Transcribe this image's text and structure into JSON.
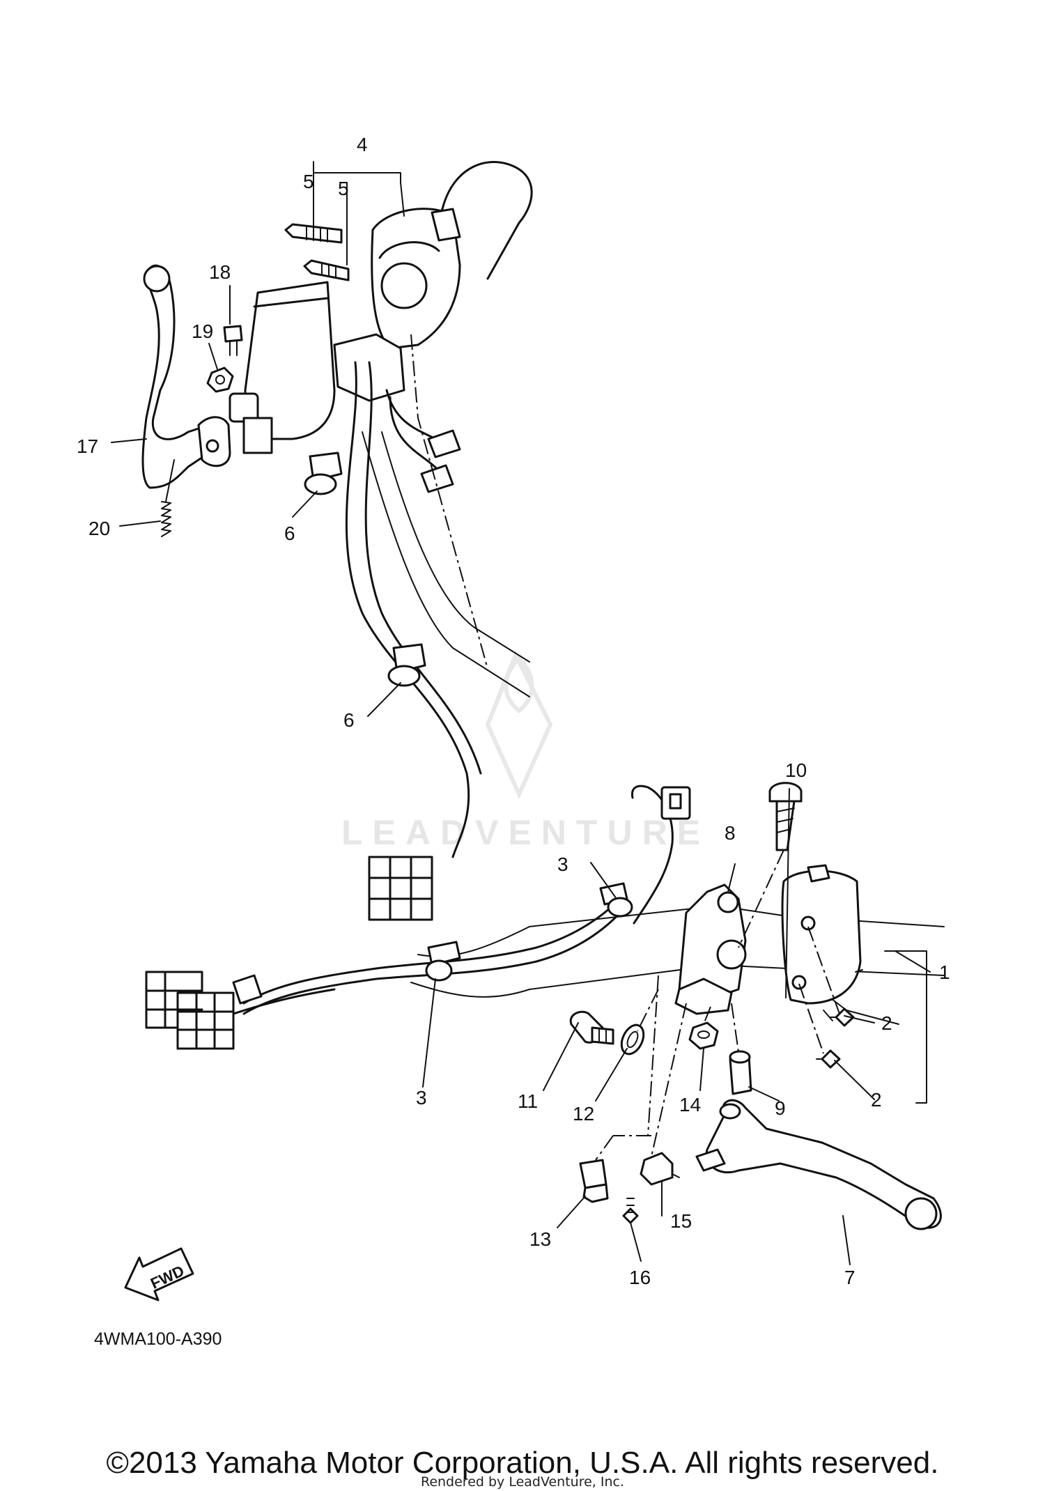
{
  "diagram": {
    "part_code": "4WMA100-A390",
    "fwd_arrow_label": "FWD",
    "watermark_text": "LEADVENTURE",
    "callouts": {
      "c1": "1",
      "c2a": "2",
      "c2b": "2",
      "c3a": "3",
      "c3b": "3",
      "c4": "4",
      "c5a": "5",
      "c5b": "5",
      "c6a": "6",
      "c6b": "6",
      "c7": "7",
      "c8": "8",
      "c9": "9",
      "c10": "10",
      "c11": "11",
      "c12": "12",
      "c13": "13",
      "c14": "14",
      "c15": "15",
      "c16": "16",
      "c17": "17",
      "c18": "18",
      "c19": "19",
      "c20": "20"
    }
  },
  "footer": {
    "copyright": "©2013 Yamaha Motor Corporation, U.S.A. All rights reserved.",
    "rendered_by": "Rendered by LeadVenture, Inc."
  },
  "colors": {
    "line": "#111111",
    "background": "#ffffff",
    "watermark": "#e6e6e6"
  }
}
